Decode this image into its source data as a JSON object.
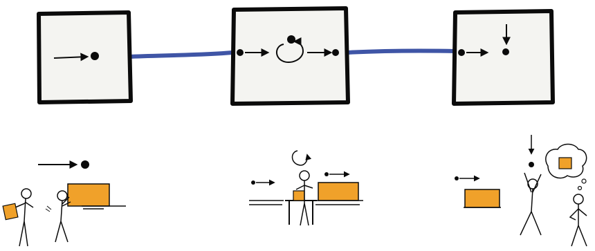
{
  "colors": {
    "background": "#ffffff",
    "ink": "#0b0b0b",
    "box_fill": "#f4f4f1",
    "connector": "#3f55a6",
    "package": "#f0a12a",
    "skin_fill": "#ffffff"
  },
  "diagram": {
    "boxes": [
      {
        "name": "box-producer",
        "content": "arrow-into-dot"
      },
      {
        "name": "box-processor",
        "content": "dot-arrow-loop-arrow-dot"
      },
      {
        "name": "box-consumer",
        "content": "dot-arrow-dot-with-arrow-from-above"
      }
    ],
    "connectors": [
      {
        "from": "box-producer",
        "to": "box-processor"
      },
      {
        "from": "box-processor",
        "to": "box-consumer"
      }
    ]
  },
  "scenes": [
    {
      "name": "scene-push",
      "description_icons": [
        "arrow-into-dot",
        "person-carrying-box",
        "person-pushing-box",
        "orange-box"
      ]
    },
    {
      "name": "scene-workbench",
      "description_icons": [
        "loop-arrow",
        "person-at-workbench",
        "orange-box",
        "arrow-to-dot"
      ]
    },
    {
      "name": "scene-think",
      "description_icons": [
        "arrow-from-above",
        "person-catching-dot",
        "thought-bubble-box",
        "thinking-person"
      ]
    }
  ]
}
